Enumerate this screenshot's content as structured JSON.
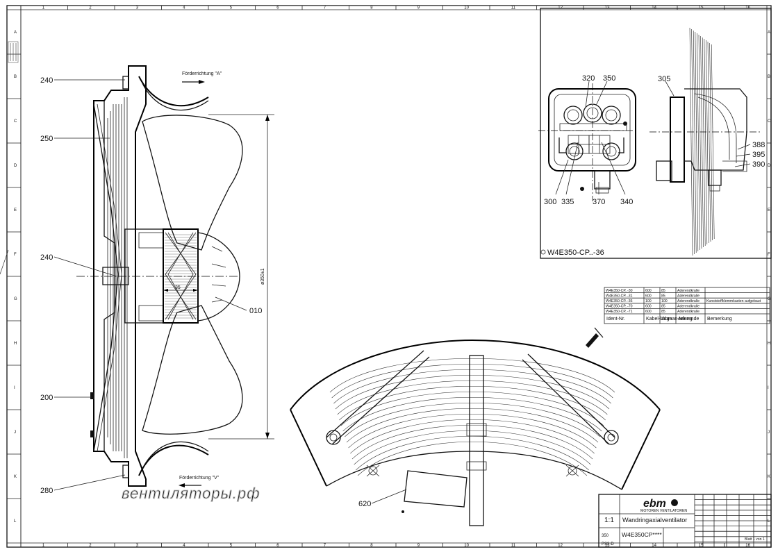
{
  "border": {
    "columns": [
      "1",
      "2",
      "3",
      "4",
      "5",
      "6",
      "7",
      "8",
      "9",
      "10",
      "11",
      "12",
      "13",
      "14",
      "15",
      "16"
    ],
    "rows": [
      "A",
      "B",
      "C",
      "D",
      "E",
      "F",
      "G",
      "H",
      "I",
      "J",
      "K",
      "L"
    ]
  },
  "flow_top": "Förderrichtung \"A\"",
  "flow_bottom": "Förderrichtung \"V\"",
  "callouts": {
    "c240a": "240",
    "c250": "250",
    "c240b": "240",
    "c200": "200",
    "c280": "280",
    "c010": "010",
    "c620": "620",
    "d35": "35",
    "d350": "ø350±1",
    "c320": "320",
    "c350": "350",
    "c300": "300",
    "c335": "335",
    "c370": "370",
    "c340": "340",
    "c305": "305",
    "c388": "388",
    "c395": "395",
    "c390": "390"
  },
  "detail_caption": "W4E350-CP..-36",
  "variant_table": {
    "rows": [
      [
        "W4E350-CP..-30",
        "600",
        "85",
        "Aderendkralle",
        ""
      ],
      [
        "W4E350-CP..-31",
        "600",
        "85",
        "Aderendkralle",
        ""
      ],
      [
        "W4E350-CP..-36",
        "100",
        "100",
        "Aderendkralle",
        "Kunststoffklemmkasten aufgebaut"
      ],
      [
        "W4E350-CP..-70",
        "600",
        "85",
        "Aderendkralle",
        ""
      ],
      [
        "W4E350-CP..-71",
        "600",
        "85",
        "Aderendkralle",
        ""
      ]
    ],
    "headers": [
      "Ident-Nr.",
      "Kabel-länge",
      "Abman-telung",
      "Aderende",
      "Bemerkung"
    ]
  },
  "title_block": {
    "brand": "ebm",
    "brand_sub": "MOTOREN VENTILATOREN",
    "scale": "1:1",
    "title": "Wandringaxialventilator",
    "drawing_no": "W4E350CP****",
    "size_code": "350",
    "format": "PS3-D",
    "sheet": "Blatt 1 von 1"
  },
  "watermark": "вентиляторы.рф"
}
